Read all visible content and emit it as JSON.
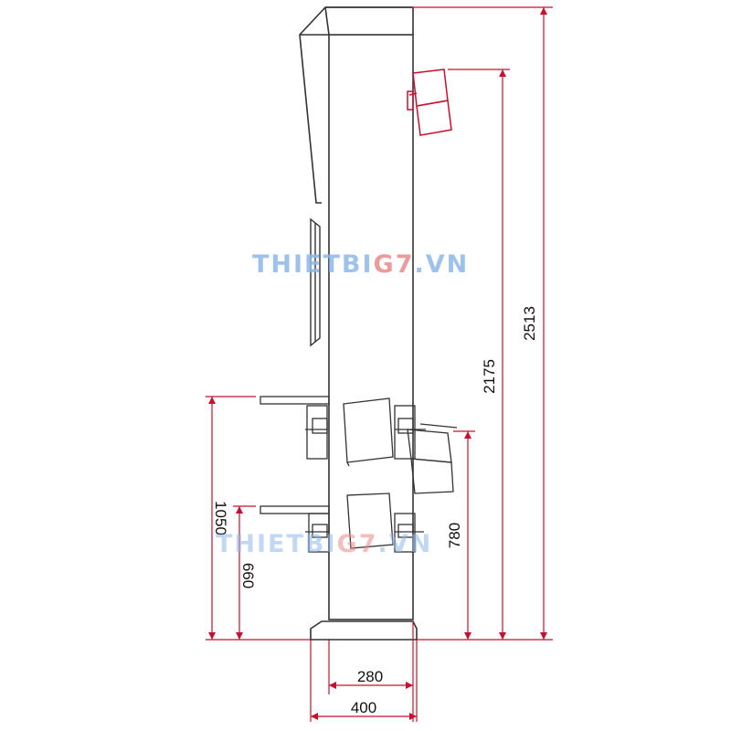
{
  "colors": {
    "outline": "#333333",
    "dimension": "#c8102e",
    "text": "#111111",
    "watermark_blue": "#8fb8e8",
    "watermark_red": "#e88a8a"
  },
  "watermark": {
    "text_main": "THIETBI",
    "text_accent": "G7",
    "text_suffix": ".VN"
  },
  "dimensions": {
    "total_height": "2513",
    "upper_camera_height": "2175",
    "upper_arm_height": "1050",
    "lower_camera_height": "780",
    "lower_arm_height": "660",
    "column_width": "280",
    "base_width": "400"
  }
}
